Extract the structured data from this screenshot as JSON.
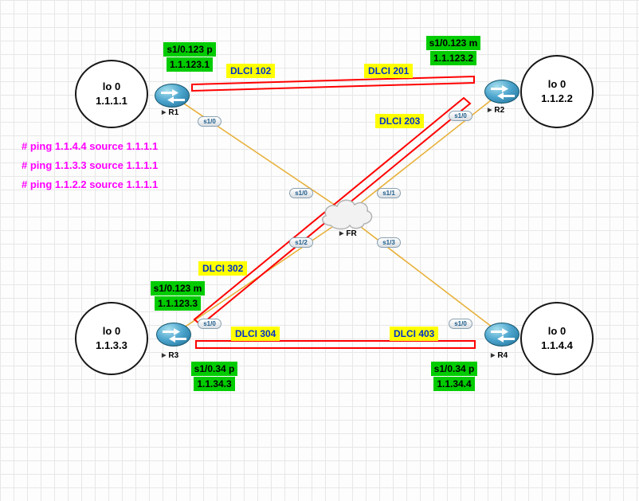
{
  "icons": {
    "device_marker": "▶"
  },
  "devices": {
    "r1": "R1",
    "r2": "R2",
    "r3": "R3",
    "r4": "R4",
    "fr": "FR"
  },
  "loopbacks": {
    "r1": {
      "title": "lo 0",
      "ip": "1.1.1.1"
    },
    "r2": {
      "title": "lo 0",
      "ip": "1.1.2.2"
    },
    "r3": {
      "title": "lo 0",
      "ip": "1.1.3.3"
    },
    "r4": {
      "title": "lo 0",
      "ip": "1.1.4.4"
    }
  },
  "interfaces": {
    "r1_s1_0": "s1/0",
    "r2_s1_0": "s1/0",
    "r3_s1_0": "s1/0",
    "r4_s1_0": "s1/0",
    "fr_s1_0": "s1/0",
    "fr_s1_1": "s1/1",
    "fr_s1_2": "s1/2",
    "fr_s1_3": "s1/3"
  },
  "subinterfaces": {
    "r1_123": {
      "name": "s1/0.123 p",
      "ip": "1.1.123.1"
    },
    "r2_123": {
      "name": "s1/0.123 m",
      "ip": "1.1.123.2"
    },
    "r3_123": {
      "name": "s1/0.123 m",
      "ip": "1.1.123.3"
    },
    "r3_34": {
      "name": "s1/0.34 p",
      "ip": "1.1.34.3"
    },
    "r4_34": {
      "name": "s1/0.34 p",
      "ip": "1.1.34.4"
    }
  },
  "dlci": {
    "d102": "DLCI 102",
    "d201": "DLCI 201",
    "d203": "DLCI 203",
    "d302": "DLCI 302",
    "d304": "DLCI 304",
    "d403": "DLCI 403"
  },
  "ping_notes": [
    "# ping 1.1.4.4 source 1.1.1.1",
    "# ping 1.1.3.3 source 1.1.1.1",
    "# ping 1.1.2.2 source 1.1.1.1"
  ],
  "colors": {
    "link": "#e8b13c",
    "highlight": "#ff0000",
    "note_green_bg": "#00cc00",
    "note_yellow_bg": "#ffff00",
    "dlci_text": "#0031c8",
    "ping_text": "#ff00ff"
  }
}
